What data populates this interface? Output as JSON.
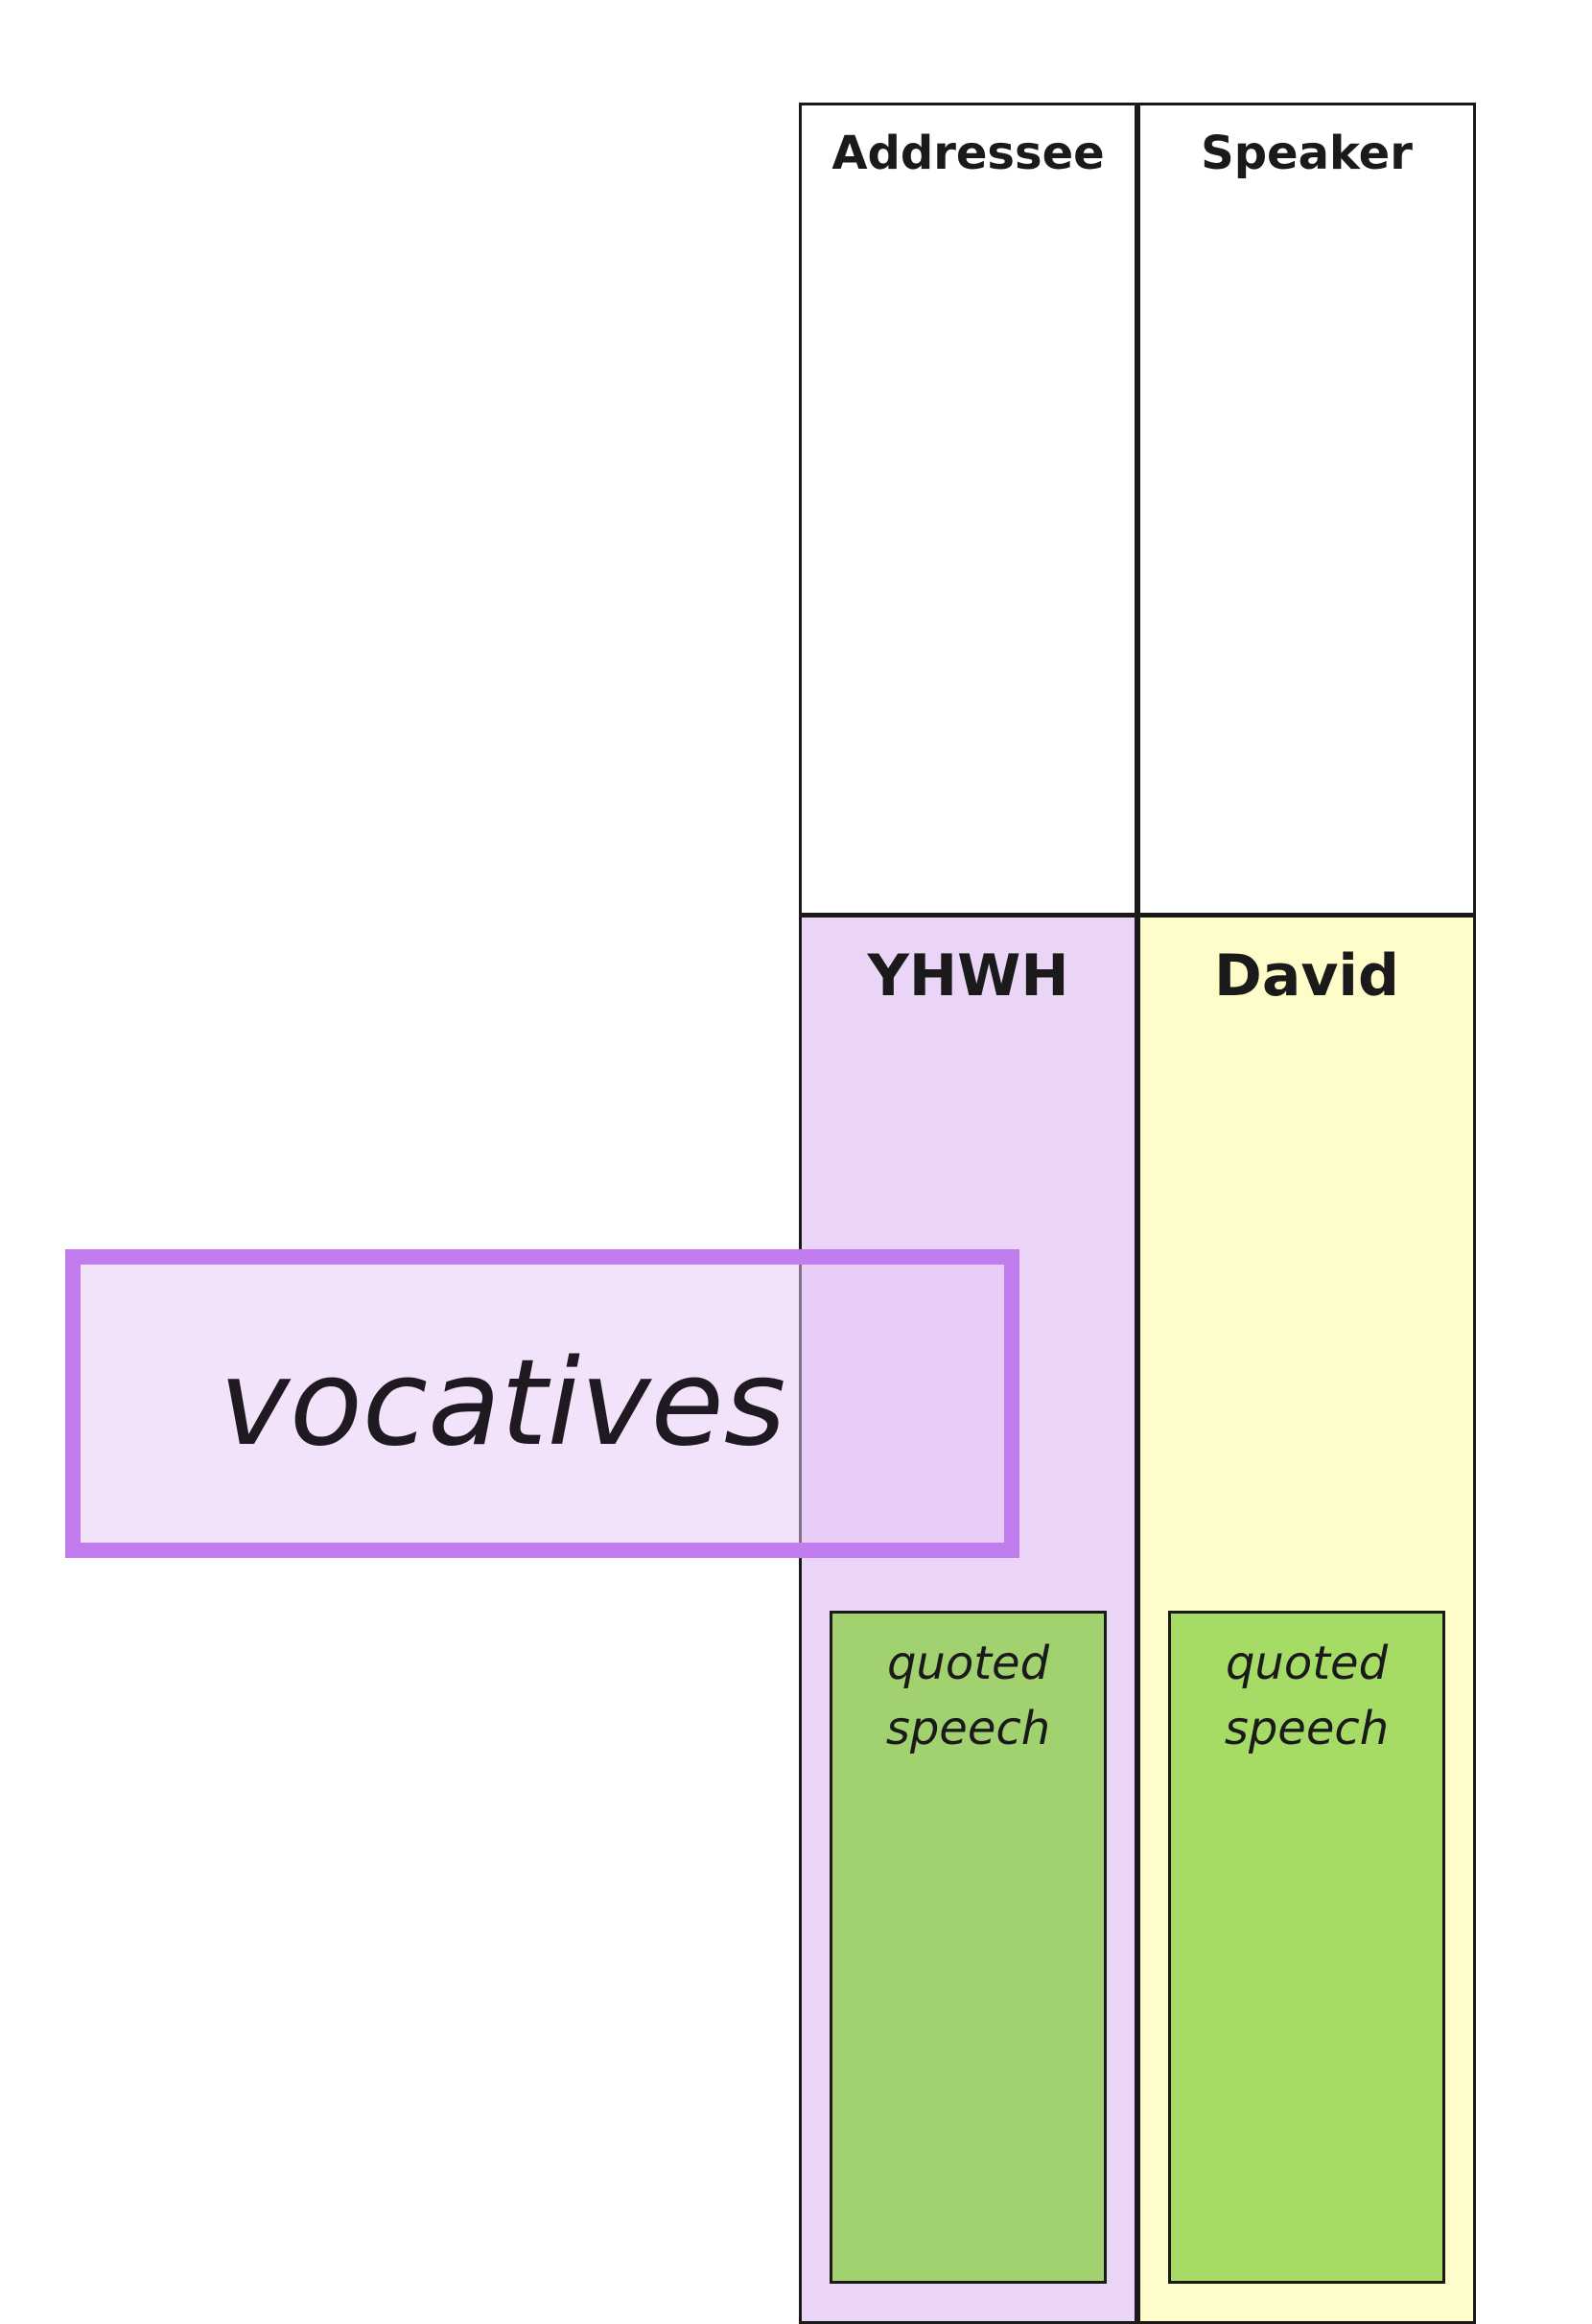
{
  "columns": {
    "addressee": "Addressee",
    "speaker": "Speaker"
  },
  "participants": {
    "addressee": "YHWH",
    "speaker": "David"
  },
  "speech": {
    "addressee": "quoted speech",
    "speaker": "quoted speech"
  },
  "highlight": {
    "label": "vocatives"
  },
  "colors": {
    "yhwh_fill": "#ebd5f7",
    "david_fill": "#fefcc8",
    "speech_fill": "#a6dc66",
    "vocatives_border": "#c17cee"
  }
}
